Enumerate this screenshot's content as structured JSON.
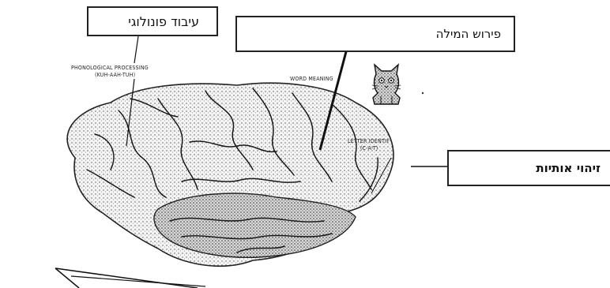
{
  "callouts": {
    "phonological": "עיבוד פונולוגי",
    "word_meaning": "פירוש המילה",
    "letter_identification": "זיהוי אותיות"
  },
  "diagram_labels": {
    "phonological_line1": "PHONOLOGICAL PROCESSING",
    "phonological_line2": "(KUH-AAH-TUH)",
    "word_meaning": "WORD MEANING",
    "letter_line1": "LETTER IDENTIF",
    "letter_line2": "(C-A-T)"
  },
  "icons": {
    "brain": "brain-illustration",
    "cat": "cat-icon"
  },
  "colors": {
    "ink": "#222222",
    "box_border": "#222222",
    "background": "#ffffff"
  }
}
